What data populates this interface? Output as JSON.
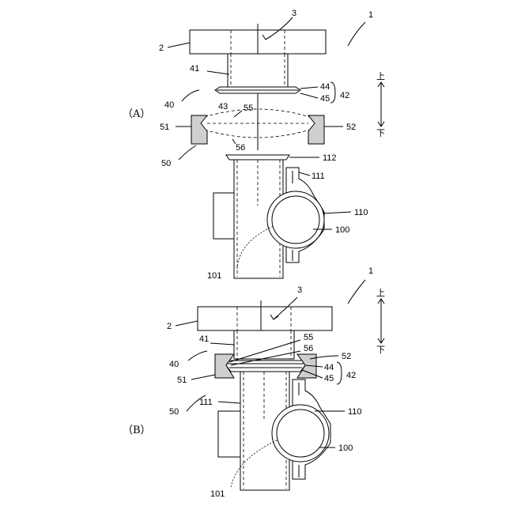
{
  "panels": [
    {
      "id": "A",
      "label": "（A）",
      "refs": {
        "assembly": "1",
        "top_block": "2",
        "center": "3",
        "upper_member": "40",
        "tube": "41",
        "ring_group": "42",
        "ring_top": "43",
        "ring_44": "44",
        "ring_45": "45",
        "lower_member": "50",
        "left_block": "51",
        "right_block": "52",
        "seal_55": "55",
        "seal_56": "56",
        "flange": "112",
        "rib": "111",
        "pipe_outer": "110",
        "pipe_inner": "100",
        "channel": "101"
      },
      "direction": {
        "up": "上",
        "down": "下"
      }
    },
    {
      "id": "B",
      "label": "（B）",
      "refs": {
        "assembly": "1",
        "top_block": "2",
        "center": "3",
        "upper_member": "40",
        "tube": "41",
        "ring_group": "42",
        "ring_44": "44",
        "ring_45": "45",
        "lower_member": "50",
        "left_block": "51",
        "right_block": "52",
        "seal_55": "55",
        "seal_56": "56",
        "rib": "111",
        "pipe_outer": "110",
        "pipe_inner": "100",
        "channel": "101"
      },
      "direction": {
        "up": "上",
        "down": "下"
      }
    }
  ]
}
